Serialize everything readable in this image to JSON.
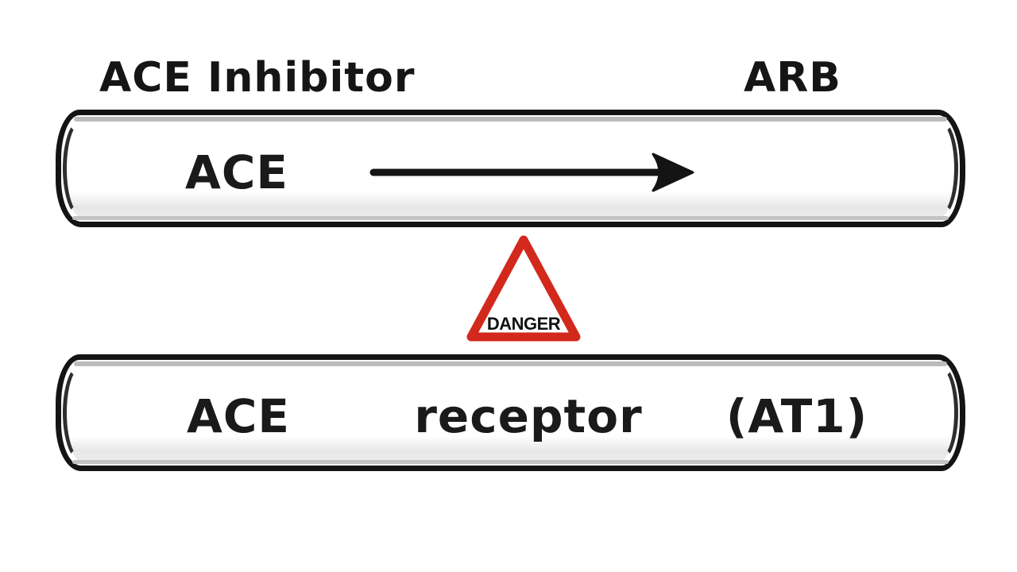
{
  "labels": {
    "ace_inhibitor": "ACE Inhibitor",
    "arb": "ARB"
  },
  "tube1": {
    "enzyme": "ACE"
  },
  "warning": {
    "text": "DANGER"
  },
  "tube2": {
    "enzyme": "ACE",
    "receptor": "receptor",
    "receptor_subtype": "(AT1)"
  },
  "icons": {
    "arrow": "right-arrow-icon",
    "warning": "danger-triangle-icon"
  },
  "colors": {
    "outline_black": "#141414",
    "danger_red": "#d2291c",
    "shadow_gray": "#d9d9d9",
    "inner_gray": "#bcbcbc",
    "background": "#ffffff"
  }
}
